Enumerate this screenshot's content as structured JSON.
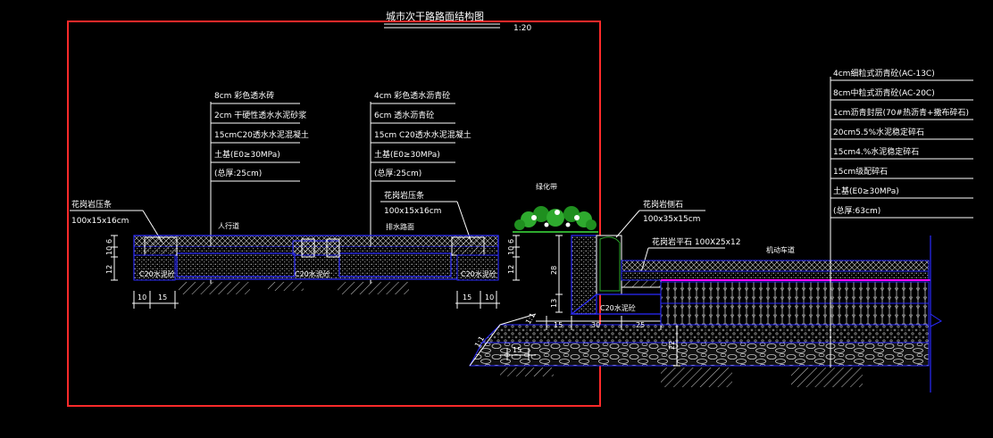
{
  "title": "城市次干路路面结构图",
  "scale": "1:20",
  "colors": {
    "frame": "#ff2a2a",
    "structure": "#2a2aff",
    "highlight": "#ff00ff",
    "plants": "#2eaa2e"
  },
  "sidewalk_left": {
    "layers": [
      "8cm 彩色透水砖",
      "2cm 干硬性透水水泥砂浆",
      "15cmC20透水水泥混凝土",
      "土基(E0≥30MPa)",
      "(总厚:25cm)"
    ],
    "curb_label": [
      "花岗岩压条",
      "100x15x16cm"
    ],
    "area_label": "人行道",
    "dims_vertical": [
      "6",
      "10",
      "12"
    ],
    "dims_bottom": [
      "10",
      "15"
    ],
    "concrete_label": "C20水泥砼"
  },
  "sidewalk_right": {
    "layers": [
      "4cm 彩色透水沥青砼",
      "6cm 透水沥青砼",
      "15cm C20透水水泥混凝土",
      "土基(E0≥30MPa)",
      "(总厚:25cm)"
    ],
    "curb_label": [
      "花岗岩压条",
      "100x15x16cm"
    ],
    "area_label": "排水路面",
    "concrete_mid": "C20水泥砼",
    "concrete_right": "C20水泥砼",
    "dims_vertical": [
      "6",
      "10",
      "12"
    ],
    "dims_bottom": [
      "15",
      "10"
    ]
  },
  "green_belt": {
    "label": "绿化带",
    "curb_label": [
      "花岗岩侧石",
      "100x35x15cm"
    ],
    "flat_stone_label": "花岗岩平石 100X25x12",
    "dims_vertical": [
      "28",
      "13"
    ],
    "concrete_label": "C20水泥砼",
    "dims_bottom": [
      "15",
      "30",
      "25"
    ],
    "dims_lower": [
      "15"
    ],
    "slope_labels": [
      "1:1",
      "1:1"
    ],
    "dims_right": [
      "21",
      "22"
    ]
  },
  "carriageway": {
    "area_label": "机动车道",
    "layers": [
      "4cm细粒式沥青砼(AC-13C)",
      "8cm中粒式沥青砼(AC-20C)",
      "1cm沥青封层(70#热沥青+撒布碎石)",
      "20cm5.5%水泥稳定碎石",
      "15cm4.%水泥稳定碎石",
      "15cm级配碎石",
      "土基(E0≥30MPa)",
      "(总厚:63cm)"
    ]
  }
}
